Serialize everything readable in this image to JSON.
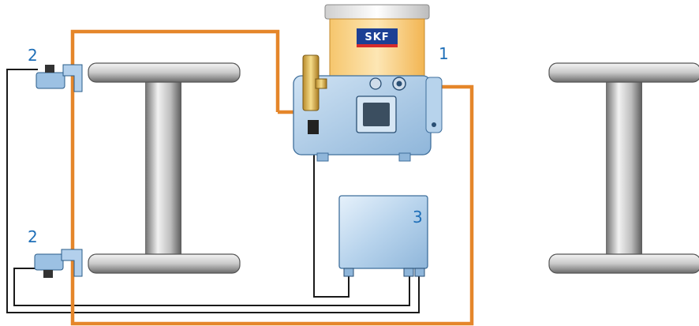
{
  "callouts": {
    "pump": "1",
    "sensor_top": "2",
    "sensor_bottom": "2",
    "controller": "3"
  },
  "pump": {
    "brand": "SKF"
  },
  "colors": {
    "lube_line": "#e5862a",
    "signal_line": "#1a1a1a",
    "callout_text": "#1f6fb8",
    "pump_body": "#a9c9e6",
    "reservoir": "#f7c36b",
    "brand_red": "#d62b2b"
  }
}
